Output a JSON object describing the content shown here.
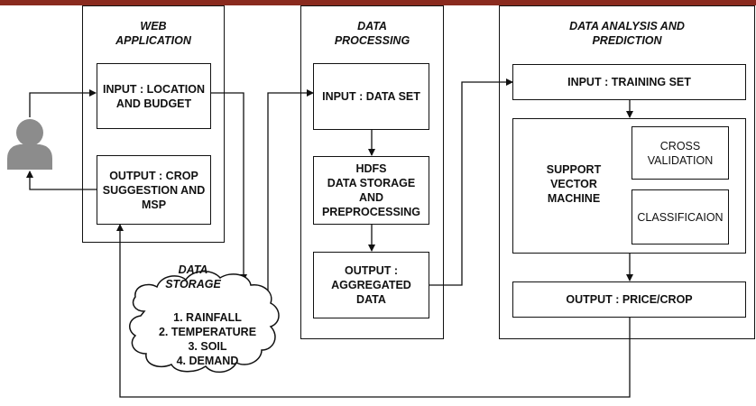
{
  "web_app": {
    "title": "WEB\nAPPLICATION",
    "input": "INPUT : LOCATION\nAND BUDGET",
    "output": "OUTPUT : CROP\nSUGGESTION AND\nMSP"
  },
  "data_storage": {
    "title": "DATA\nSTORAGE",
    "items": "1. RAINFALL\n2. TEMPERATURE\n3. SOIL\n4. DEMAND"
  },
  "data_processing": {
    "title": "DATA\nPROCESSING",
    "input": "INPUT : DATA SET",
    "hdfs": "HDFS\nDATA STORAGE\nAND\nPREPROCESSING",
    "output": "OUTPUT :\nAGGREGATED\nDATA"
  },
  "analysis": {
    "title": "DATA ANALYSIS AND\nPREDICTION",
    "input": "INPUT : TRAINING SET",
    "svm": "SUPPORT\nVECTOR\nMACHINE",
    "cross_validation": "CROSS\nVALIDATION",
    "classification": "CLASSIFICAION",
    "output": "OUTPUT : PRICE/CROP"
  },
  "icons": {
    "user": "user-icon",
    "cloud": "cloud-icon"
  },
  "colors": {
    "top_bar": "#8a2a1e",
    "user_icon": "#8c8c8c",
    "line": "#111111"
  }
}
